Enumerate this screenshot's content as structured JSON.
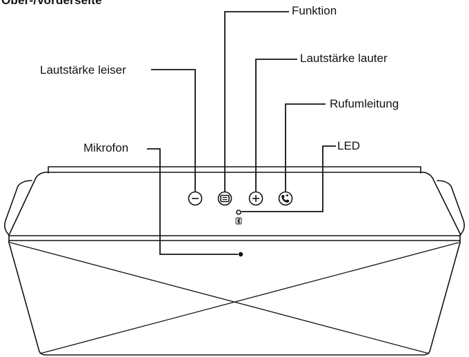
{
  "heading": "Ober-/Vorderseite",
  "labels": {
    "funktion": "Funktion",
    "lautstaerke_lauter": "Lautstärke lauter",
    "lautstaerke_leiser": "Lautstärke leiser",
    "rufumleitung": "Rufumleitung",
    "mikrofon": "Mikrofon",
    "led": "LED"
  },
  "icons": {
    "volume_down": "minus-icon",
    "function": "function-icon",
    "volume_up": "plus-icon",
    "call": "phone-icon",
    "bluetooth": "bluetooth-icon"
  },
  "colors": {
    "line": "#111111",
    "background": "#ffffff"
  }
}
